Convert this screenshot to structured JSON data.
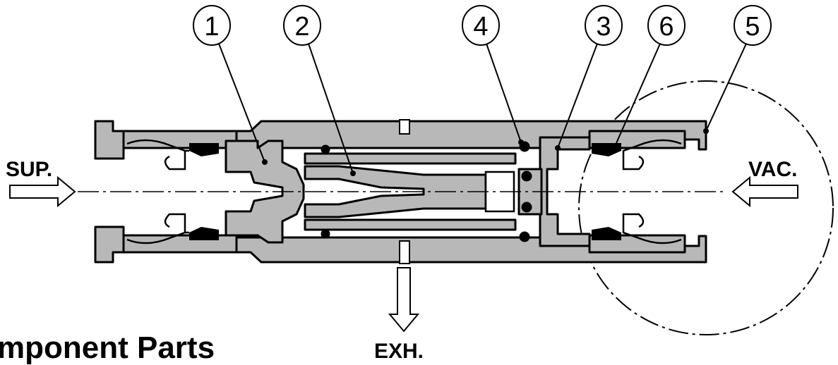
{
  "diagram": {
    "heading": "mponent Parts",
    "part_numbers": [
      "1",
      "2",
      "4",
      "3",
      "6",
      "5"
    ],
    "port_labels": {
      "supply": "SUP.",
      "vacuum": "VAC.",
      "exhaust": "EXH."
    },
    "colors": {
      "body_fill": "#b8b8b8",
      "line": "#000000",
      "background": "#ffffff",
      "seal": "#000000"
    }
  }
}
